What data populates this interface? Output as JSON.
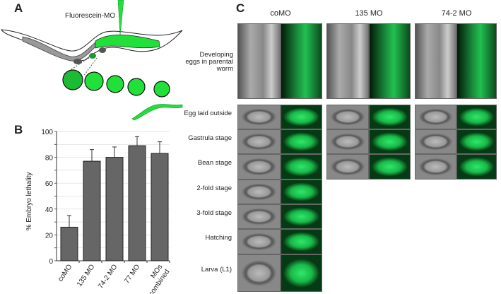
{
  "panels": {
    "a": "A",
    "b": "B",
    "c": "C"
  },
  "panel_a": {
    "injection_label": "Fluorescein-MO",
    "colors": {
      "fluorescein": "#22e03a",
      "gray": "#555555"
    }
  },
  "chart_data": {
    "type": "bar",
    "categories": [
      "coMO",
      "135 MO",
      "74-2 MO",
      "77 MO",
      "MOs combined"
    ],
    "values": [
      26,
      77,
      80,
      89,
      83
    ],
    "errors": [
      9,
      9,
      8,
      7,
      9
    ],
    "ylabel": "% Embryo lethality",
    "ylim": [
      0,
      100
    ],
    "yticks": [
      0,
      20,
      40,
      60,
      80,
      100
    ],
    "grid": true,
    "bar_color": "#666666"
  },
  "panel_c": {
    "columns": [
      "coMO",
      "135 MO",
      "74-2 MO"
    ],
    "top_row_label": "Developing eggs in parental worm",
    "stage_rows": [
      "Egg laid outside",
      "Gastrula stage",
      "Bean stage",
      "2-fold stage",
      "3-fold stage",
      "Hatching",
      "Larva (L1)"
    ]
  }
}
